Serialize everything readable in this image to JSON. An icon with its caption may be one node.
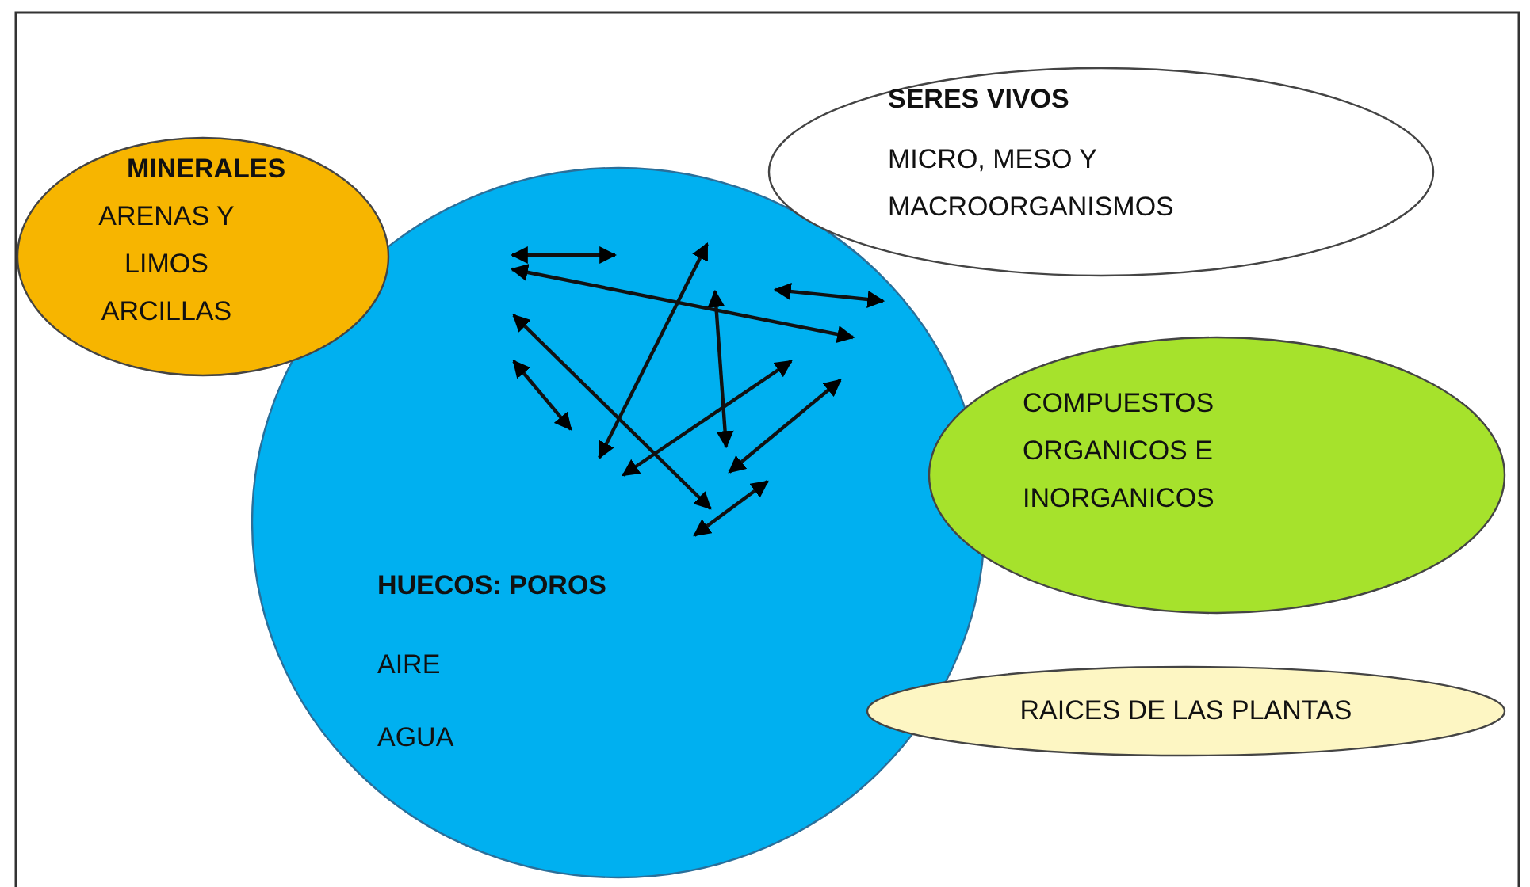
{
  "diagram": {
    "nodes": [
      {
        "text": [
          "MINERALES",
          "ARENAS Y LIMOS ARCILLAS"
        ]
      },
      {
        "text": [
          "HUECOS: POROS",
          "AIRE",
          "AGUA"
        ]
      },
      {
        "text": [
          "SERES VIVOS",
          "MICRO, MESO Y MACROORGANISMOS"
        ]
      },
      {
        "text": [
          "COMPUESTOS ORGANICOS E INORGANICOS"
        ]
      },
      {
        "text": [
          "RAICES DE LAS PLANTAS"
        ]
      }
    ]
  }
}
